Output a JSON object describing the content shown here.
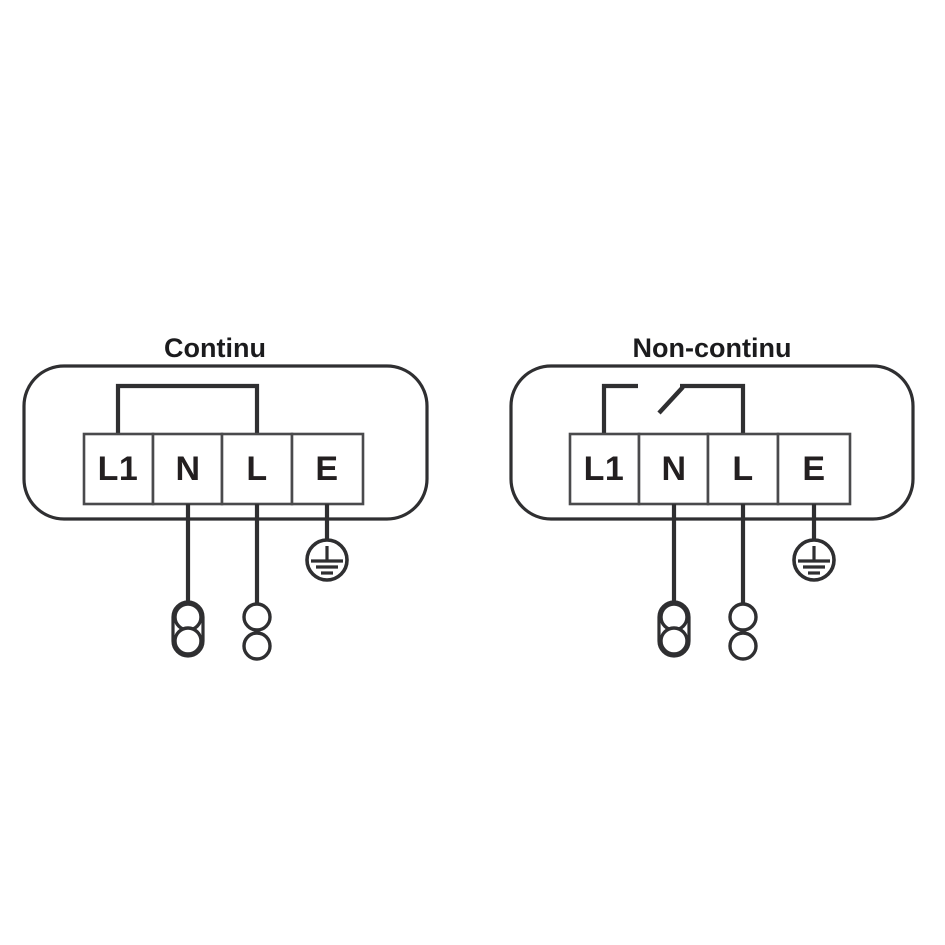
{
  "document": {
    "kind": "electrical-wiring-diagram",
    "background_color": "#ffffff",
    "line_color": "#2f2f31",
    "text_color": "#1b1b1d"
  },
  "panels": [
    {
      "id": "continu",
      "title": "Continu",
      "terminals": [
        {
          "id": "l1",
          "label": "L1"
        },
        {
          "id": "n",
          "label": "N"
        },
        {
          "id": "l",
          "label": "L"
        },
        {
          "id": "e",
          "label": "E"
        }
      ],
      "internal_link": {
        "type": "bridge",
        "from": "L1",
        "to": "L",
        "description": "continuous jumper link"
      },
      "outputs": [
        {
          "from": "N",
          "connector": "capsule-double-circle"
        },
        {
          "from": "L",
          "connector": "stacked-double-circle"
        },
        {
          "from": "E",
          "connector": "earth-symbol"
        }
      ]
    },
    {
      "id": "non-continu",
      "title": "Non-continu",
      "terminals": [
        {
          "id": "l1",
          "label": "L1"
        },
        {
          "id": "n",
          "label": "N"
        },
        {
          "id": "l",
          "label": "L"
        },
        {
          "id": "e",
          "label": "E"
        }
      ],
      "internal_link": {
        "type": "switch",
        "from": "L1",
        "to": "L",
        "description": "open switch blade between L1 and L"
      },
      "outputs": [
        {
          "from": "N",
          "connector": "capsule-double-circle"
        },
        {
          "from": "L",
          "connector": "stacked-double-circle"
        },
        {
          "from": "E",
          "connector": "earth-symbol"
        }
      ]
    }
  ]
}
